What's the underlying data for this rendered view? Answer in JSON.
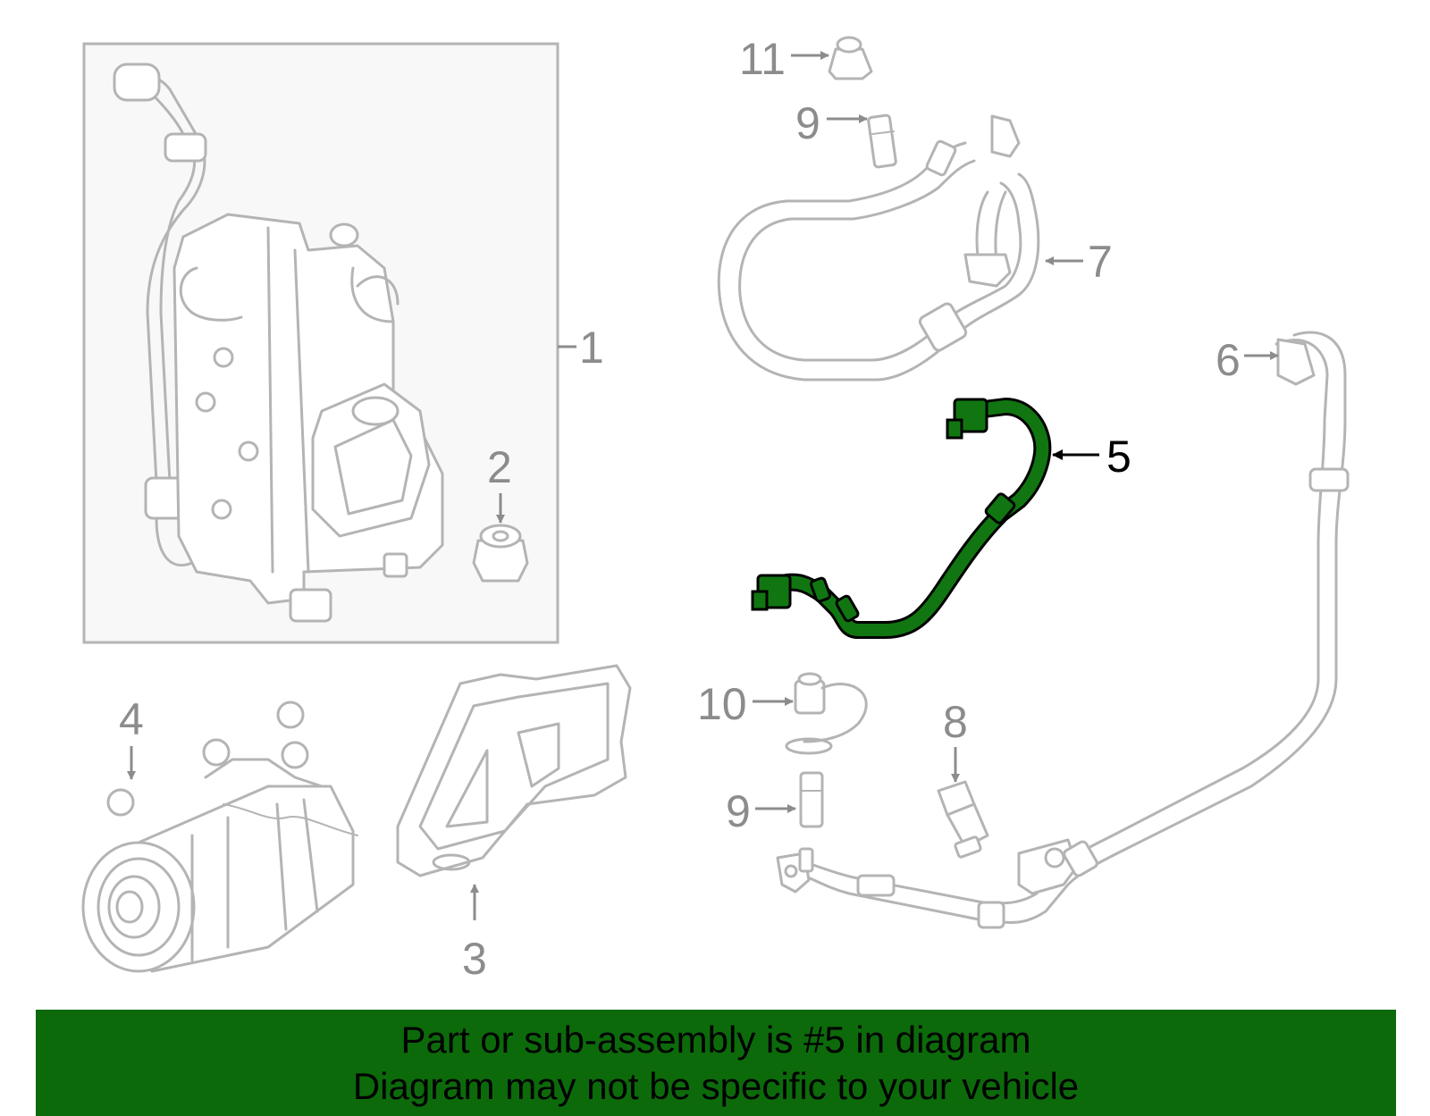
{
  "colors": {
    "highlight_part": "#117611",
    "banner_background": "#0c6a0b",
    "part_outline": "#b4b4b4",
    "callout_gray": "#8c8c8c"
  },
  "callouts": {
    "c1": "1",
    "c2": "2",
    "c3": "3",
    "c4": "4",
    "c5": "5",
    "c6": "6",
    "c7": "7",
    "c8": "8",
    "c9a": "9",
    "c9b": "9",
    "c10": "10",
    "c11": "11"
  },
  "highlighted_part": "5",
  "banner": {
    "line1": "Part or sub-assembly is #5 in diagram",
    "line2": "Diagram may not be specific to your vehicle"
  }
}
